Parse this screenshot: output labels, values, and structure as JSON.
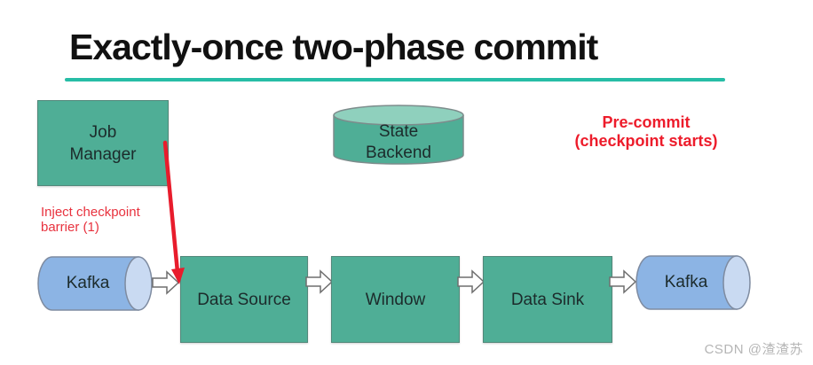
{
  "title": {
    "text": "Exactly-once two-phase commit"
  },
  "annotations": {
    "pre_commit": {
      "line1": "Pre-commit",
      "line2": "(checkpoint starts)"
    },
    "inject_barrier": {
      "line1": "Inject checkpoint",
      "line2": "barrier (1)"
    }
  },
  "nodes": {
    "job_manager": {
      "line1": "Job",
      "line2": "Manager"
    },
    "state_backend": {
      "line1": "State",
      "line2": "Backend"
    },
    "kafka_source": {
      "label": "Kafka"
    },
    "data_source": {
      "label": "Data Source"
    },
    "window_operator": {
      "label": "Window"
    },
    "data_sink": {
      "label": "Data Sink"
    },
    "kafka_sink": {
      "label": "Kafka"
    }
  },
  "colors": {
    "node_teal": "#4fae96",
    "cylinder_top_teal": "#8fd0bd",
    "kafka_blue": "#8cb4e4",
    "kafka_cap_blue": "#c9daf2",
    "accent_red": "#e81c2c",
    "underline_teal": "#27bda6",
    "outline_gray": "#7d8c8c"
  },
  "watermark": {
    "text": "CSDN @渣渣苏"
  }
}
